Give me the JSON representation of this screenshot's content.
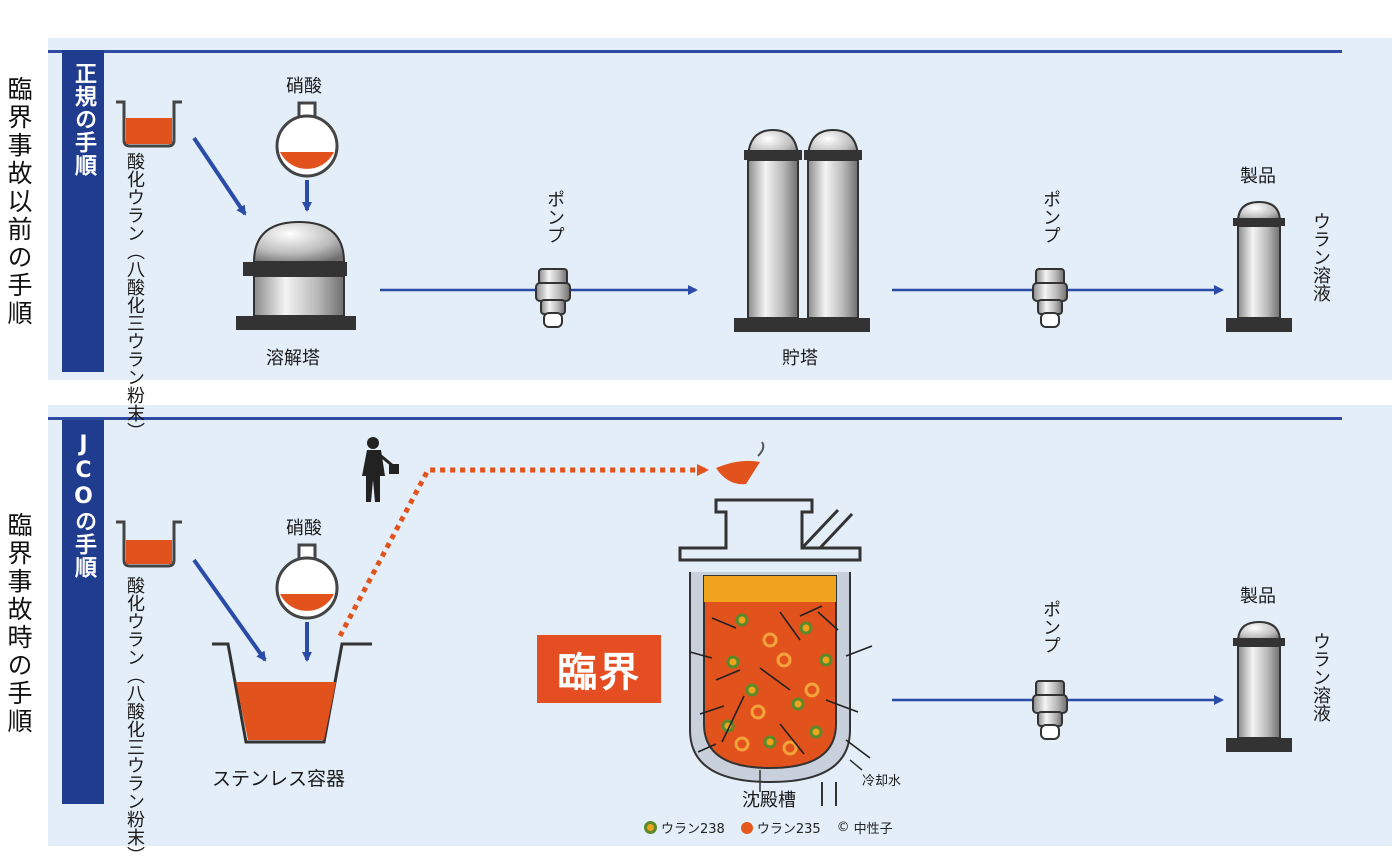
{
  "outer_labels": {
    "top": "臨界事故以前の手順",
    "bottom": "臨界事故時の手順"
  },
  "regular": {
    "tab": "正規の手順",
    "powder_lines": [
      "酸化ウラン",
      "（八酸化三ウラン粉末）"
    ],
    "nitric_acid": "硝酸",
    "dissolver": "溶解塔",
    "pump1": "ポンプ",
    "storage": "貯塔",
    "pump2": "ポンプ",
    "product": "製品",
    "solution": "ウラン溶液"
  },
  "jco": {
    "tab": "JCOの手順",
    "powder_lines": [
      "酸化ウラン",
      "（八酸化三ウラン粉末）"
    ],
    "nitric_acid": "硝酸",
    "steel_container": "ステンレス容器",
    "critical": "臨界",
    "precip_tank": "沈殿槽",
    "cooling_water": "冷却水",
    "pump": "ポンプ",
    "product": "製品",
    "solution": "ウラン溶液"
  },
  "legend": [
    {
      "label": "ウラン238",
      "color": "#5a8a2a"
    },
    {
      "label": "ウラン235",
      "color": "#e55a1c"
    },
    {
      "label": "中性子",
      "color": ""
    }
  ],
  "legend_neutron_symbol": "©",
  "colors": {
    "panel": "#e3eef8",
    "tab": "#1f3c8f",
    "arrow": "#2a4ba8",
    "liquid": "#e2521d",
    "critical": "#e44e22",
    "dotted": "#e2521d"
  }
}
